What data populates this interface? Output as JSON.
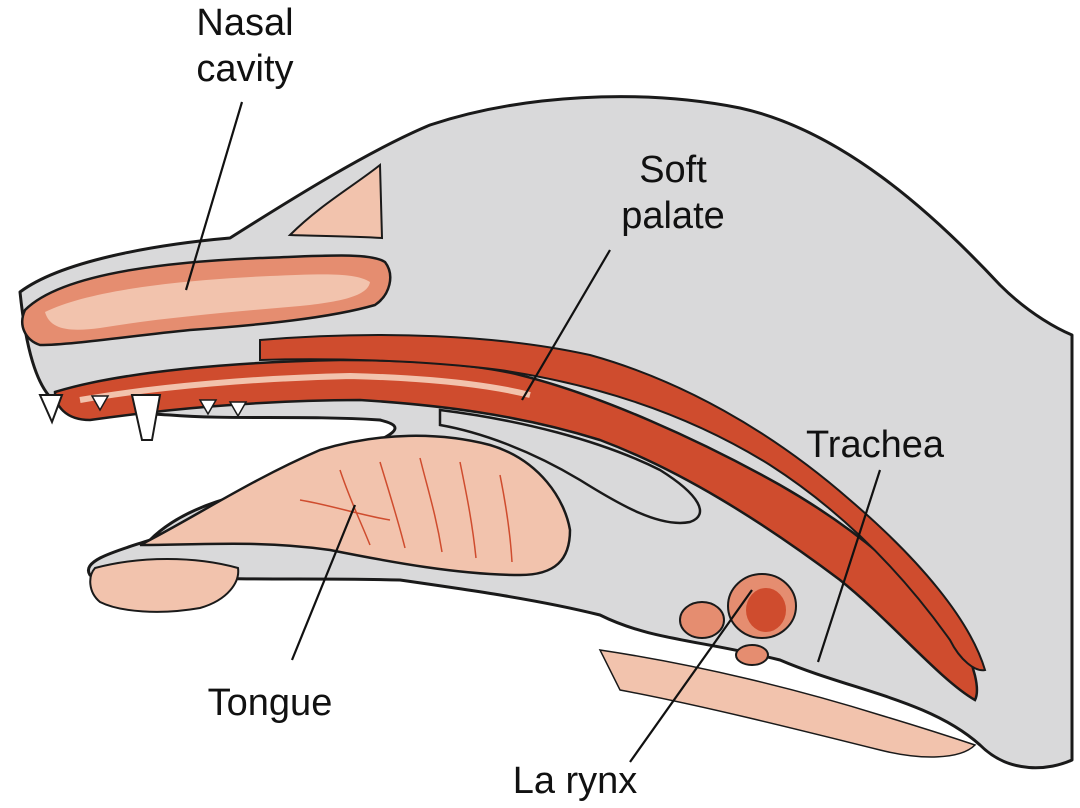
{
  "labels": {
    "nasal_cavity": [
      "Nasal",
      "cavity"
    ],
    "soft_palate": [
      "Soft",
      "palate"
    ],
    "trachea": "Trachea",
    "tongue": "Tongue",
    "larynx": "La rynx"
  },
  "colors": {
    "skin": "#d9d9da",
    "tissue_light": "#f2c3ad",
    "tissue_mid": "#e58d70",
    "tissue_dark": "#cf4c2e",
    "outline": "#1a1a1a"
  }
}
